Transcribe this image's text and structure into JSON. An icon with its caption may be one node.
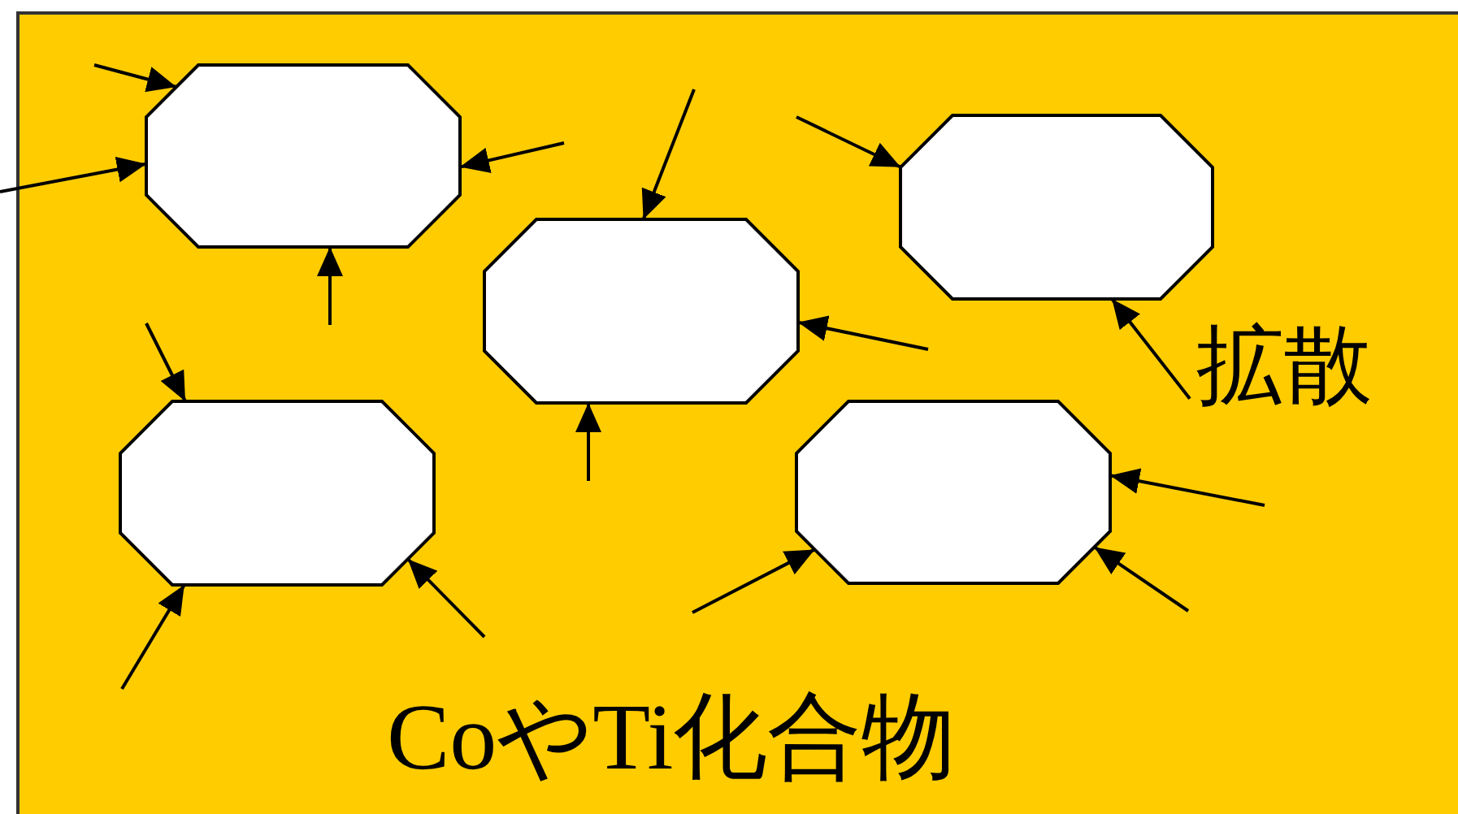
{
  "diagram": {
    "nodes": [
      {
        "text": [],
        "shape": "octagon"
      },
      {
        "text": [],
        "shape": "octagon"
      },
      {
        "text": [],
        "shape": "octagon"
      },
      {
        "text": [
          "拡散"
        ]
      },
      {
        "text": [],
        "shape": "octagon"
      },
      {
        "text": [],
        "shape": "octagon"
      }
    ],
    "edges": [
      {
        "from": null,
        "to": 0,
        "arrow": "to"
      },
      {
        "from": null,
        "to": 0,
        "arrow": "to"
      },
      {
        "from": null,
        "to": 0,
        "arrow": "to"
      },
      {
        "from": null,
        "to": 0,
        "arrow": "to"
      },
      {
        "from": null,
        "to": 2,
        "arrow": "to"
      },
      {
        "from": null,
        "to": 2,
        "arrow": "to"
      },
      {
        "from": null,
        "to": 2,
        "arrow": "to"
      },
      {
        "from": null,
        "to": 1,
        "arrow": "to"
      },
      {
        "from": 3,
        "to": 1,
        "arrow": "to"
      },
      {
        "from": null,
        "to": 4,
        "arrow": "to"
      },
      {
        "from": null,
        "to": 4,
        "arrow": "to"
      },
      {
        "from": null,
        "to": 4,
        "arrow": "to"
      },
      {
        "from": null,
        "to": 5,
        "arrow": "to"
      },
      {
        "from": null,
        "to": 5,
        "arrow": "to"
      },
      {
        "from": null,
        "to": 5,
        "arrow": "to"
      }
    ],
    "labels": [
      "CoやTi化合物"
    ]
  }
}
